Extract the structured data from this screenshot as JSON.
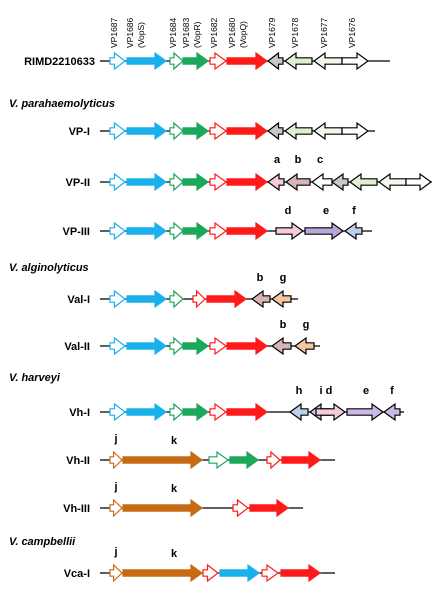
{
  "colors": {
    "outline_white": "#ffffff",
    "cyan": "#1ab0ec",
    "green": "#1ba85a",
    "red": "#ff1a1a",
    "grey": "#c8c8c8",
    "light_green": "#dff0d0",
    "pale_white": "#f2f8ee",
    "pink": "#f6cdd6",
    "mauve": "#d7b5b5",
    "lilac": "#b8a7dc",
    "light_blue": "#bcd0e8",
    "light_purple": "#c9b9e6",
    "tan": "#f3c8a0",
    "orange_brown": "#c86a14"
  },
  "gene_labels": [
    {
      "id": "vp1687",
      "text": "VP1687"
    },
    {
      "id": "vp1686",
      "text": "VP1686"
    },
    {
      "id": "vops",
      "text": "(VopS)"
    },
    {
      "id": "vp1684",
      "text": "VP1684"
    },
    {
      "id": "vp1683",
      "text": "VP1683"
    },
    {
      "id": "vopr",
      "text": "(VopR)"
    },
    {
      "id": "vp1682",
      "text": "VP1682"
    },
    {
      "id": "vp1680",
      "text": "VP1680"
    },
    {
      "id": "vopq",
      "text": "(VopQ)"
    },
    {
      "id": "vp1679",
      "text": "VP1679"
    },
    {
      "id": "vp1678",
      "text": "VP1678"
    },
    {
      "id": "vp1677",
      "text": "VP1677"
    },
    {
      "id": "vp1676",
      "text": "VP1676"
    }
  ],
  "species": [
    {
      "id": "vpara",
      "text": "V. parahaemolyticus"
    },
    {
      "id": "valgino",
      "text": "V. alginolyticus"
    },
    {
      "id": "vharveyi",
      "text": "V. harveyi"
    },
    {
      "id": "vcamp",
      "text": "V. campbellii"
    }
  ],
  "rows": [
    {
      "id": "rimd",
      "label": "RIMD2210633"
    },
    {
      "id": "vp1",
      "label": "VP-I"
    },
    {
      "id": "vp2",
      "label": "VP-II"
    },
    {
      "id": "vp3",
      "label": "VP-III"
    },
    {
      "id": "val1",
      "label": "Val-I"
    },
    {
      "id": "val2",
      "label": "Val-II"
    },
    {
      "id": "vh1",
      "label": "Vh-I"
    },
    {
      "id": "vh2",
      "label": "Vh-II"
    },
    {
      "id": "vh3",
      "label": "Vh-III"
    },
    {
      "id": "vca1",
      "label": "Vca-I"
    }
  ],
  "letters": [
    {
      "id": "vp2-a",
      "text": "a"
    },
    {
      "id": "vp2-b",
      "text": "b"
    },
    {
      "id": "vp2-c",
      "text": "c"
    },
    {
      "id": "vp3-d",
      "text": "d"
    },
    {
      "id": "vp3-e",
      "text": "e"
    },
    {
      "id": "vp3-f",
      "text": "f"
    },
    {
      "id": "val1-b",
      "text": "b"
    },
    {
      "id": "val1-g",
      "text": "g"
    },
    {
      "id": "val2-b",
      "text": "b"
    },
    {
      "id": "val2-g",
      "text": "g"
    },
    {
      "id": "vh1-h",
      "text": "h"
    },
    {
      "id": "vh1-i",
      "text": "i"
    },
    {
      "id": "vh1-d",
      "text": "d"
    },
    {
      "id": "vh1-e",
      "text": "e"
    },
    {
      "id": "vh1-f",
      "text": "f"
    },
    {
      "id": "vh2-j",
      "text": "j"
    },
    {
      "id": "vh2-k",
      "text": "k"
    },
    {
      "id": "vh3-j",
      "text": "j"
    },
    {
      "id": "vh3-k",
      "text": "k"
    },
    {
      "id": "vca1-j",
      "text": "j"
    },
    {
      "id": "vca1-k",
      "text": "k"
    }
  ]
}
